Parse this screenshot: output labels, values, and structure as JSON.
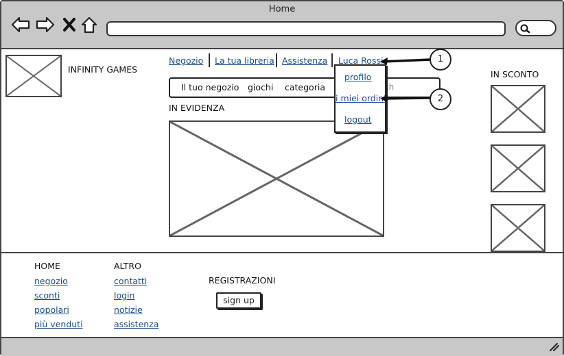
{
  "window": {
    "title": "Home"
  },
  "header": {
    "site_name": "INFINITY GAMES"
  },
  "top_nav": {
    "items": [
      "Negozio",
      "La tua libreria",
      "Assistenza",
      "Luca Rossi"
    ]
  },
  "user_menu": {
    "items": [
      "profilo",
      "i miei ordini",
      "logout"
    ]
  },
  "tabs": [
    "Il tuo negozio",
    "giochi",
    "categoria"
  ],
  "search": {
    "placeholder_fragment": "ch"
  },
  "featured": {
    "heading": "IN EVIDENZA"
  },
  "discount": {
    "heading": "IN SCONTO"
  },
  "callouts": [
    "1",
    "2"
  ],
  "footer": {
    "col1": {
      "heading": "HOME",
      "links": [
        "negozio",
        "sconti",
        "popolari",
        "più venduti"
      ]
    },
    "col2": {
      "heading": "ALTRO",
      "links": [
        "contatti",
        "login",
        "notizie",
        "assistenza"
      ]
    },
    "registration": {
      "heading": "REGISTRAZIONI",
      "button": "sign up"
    }
  }
}
